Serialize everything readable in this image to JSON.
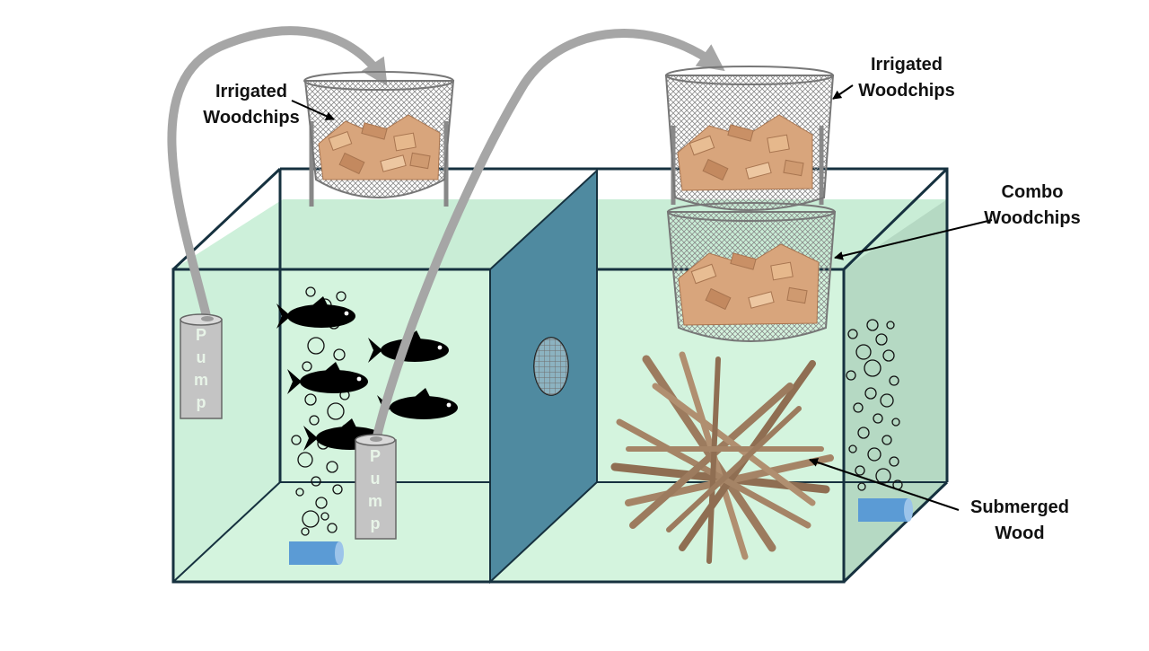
{
  "labels": {
    "irrigated_left": [
      "Irrigated",
      "Woodchips"
    ],
    "irrigated_right": [
      "Irrigated",
      "Woodchips"
    ],
    "combo": [
      "Combo",
      "Woodchips"
    ],
    "submerged": [
      "Submerged",
      "Wood"
    ]
  },
  "pumps": {
    "left": "Pump",
    "center": "Pump"
  },
  "colors": {
    "water": "#d2f2dc",
    "water_back": "#c8ecd6",
    "tank_outline": "#16313f",
    "divider": "#4f8aa0",
    "pipe": "#a6a6a6",
    "pump_body": "#c4c4c4",
    "airstone": "#5b9bd5",
    "fish": "#000000",
    "basket": "#7d7d7d",
    "woodchip": "#d8a57c",
    "wood": "#9c7b5e"
  }
}
